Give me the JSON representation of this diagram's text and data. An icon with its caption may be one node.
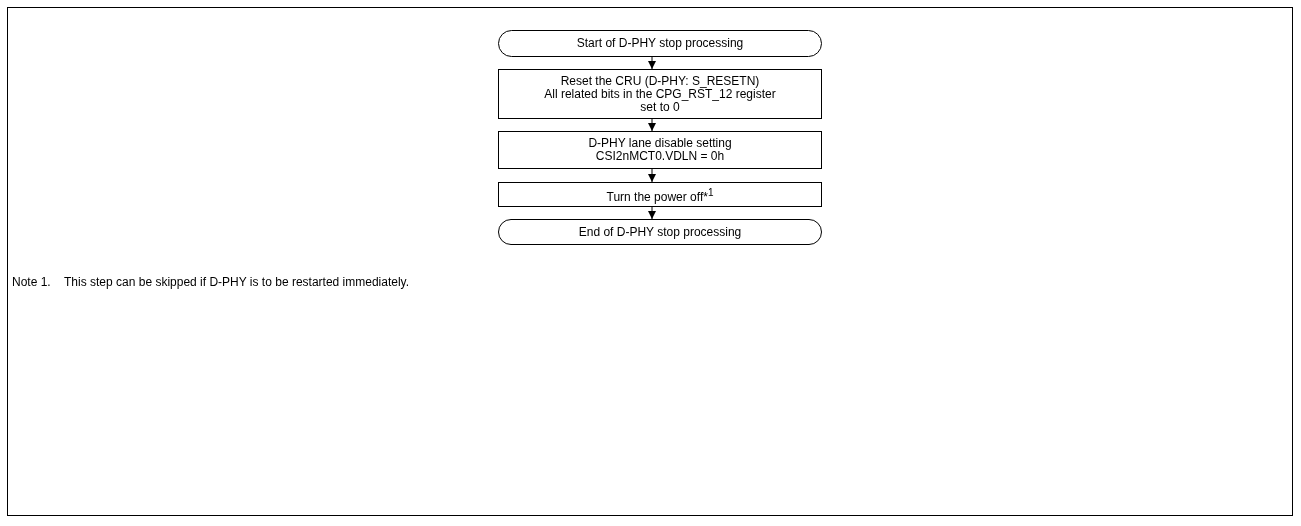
{
  "diagram": {
    "nodes": [
      {
        "text": [
          "Start of D-PHY stop processing"
        ]
      },
      {
        "text": [
          "Reset the CRU (D-PHY: S_RESETN)",
          "All related bits in the CPG_RST_12 register set to 0"
        ]
      },
      {
        "text": [
          "D-PHY lane disable setting",
          "CSI2nMCT0.VDLN = 0h"
        ]
      },
      {
        "text": [
          "Turn the power off*$^{1}$"
        ]
      },
      {
        "text": [
          "End of D-PHY stop processing"
        ]
      }
    ],
    "edges": [
      {
        "from": 0,
        "to": 1,
        "arrow": "to"
      },
      {
        "from": 1,
        "to": 2,
        "arrow": "to"
      },
      {
        "from": 2,
        "to": 3,
        "arrow": "to"
      },
      {
        "from": 3,
        "to": 4,
        "arrow": "to"
      }
    ],
    "labels": [
      "Note 1.",
      "This step can be skipped if D-PHY is to be restarted immediately."
    ]
  }
}
